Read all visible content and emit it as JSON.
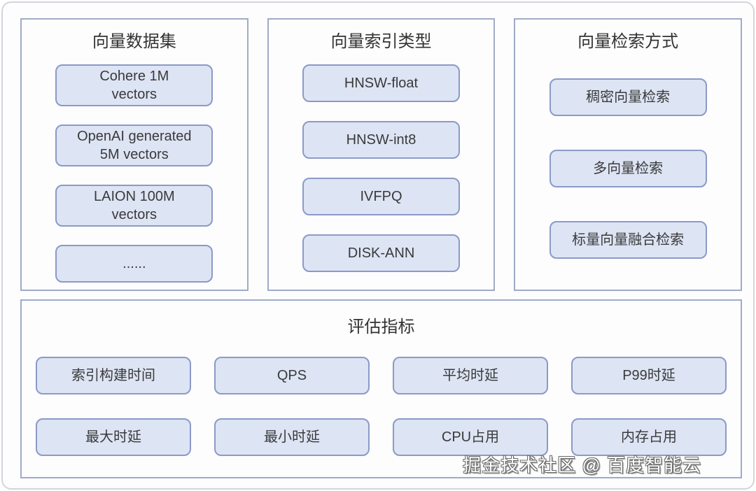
{
  "panels": [
    {
      "title": "向量数据集",
      "items": [
        "Cohere 1M\nvectors",
        "OpenAI generated\n5M vectors",
        "LAION 100M\nvectors",
        "......"
      ]
    },
    {
      "title": "向量索引类型",
      "items": [
        "HNSW-float",
        "HNSW-int8",
        "IVFPQ",
        "DISK-ANN"
      ]
    },
    {
      "title": "向量检索方式",
      "items": [
        "稠密向量检索",
        "多向量检索",
        "标量向量融合检索"
      ]
    }
  ],
  "metrics": {
    "title": "评估指标",
    "items": [
      "索引构建时间",
      "QPS",
      "平均时延",
      "P99时延",
      "最大时延",
      "最小时延",
      "CPU占用",
      "内存占用"
    ]
  },
  "watermark": "掘金技术社区 @ 百度智能云",
  "colors": {
    "box_fill": "#dde4f4",
    "box_border": "#8b9ac7",
    "panel_border": "#9fabc6",
    "text": "#3a3a3a"
  }
}
